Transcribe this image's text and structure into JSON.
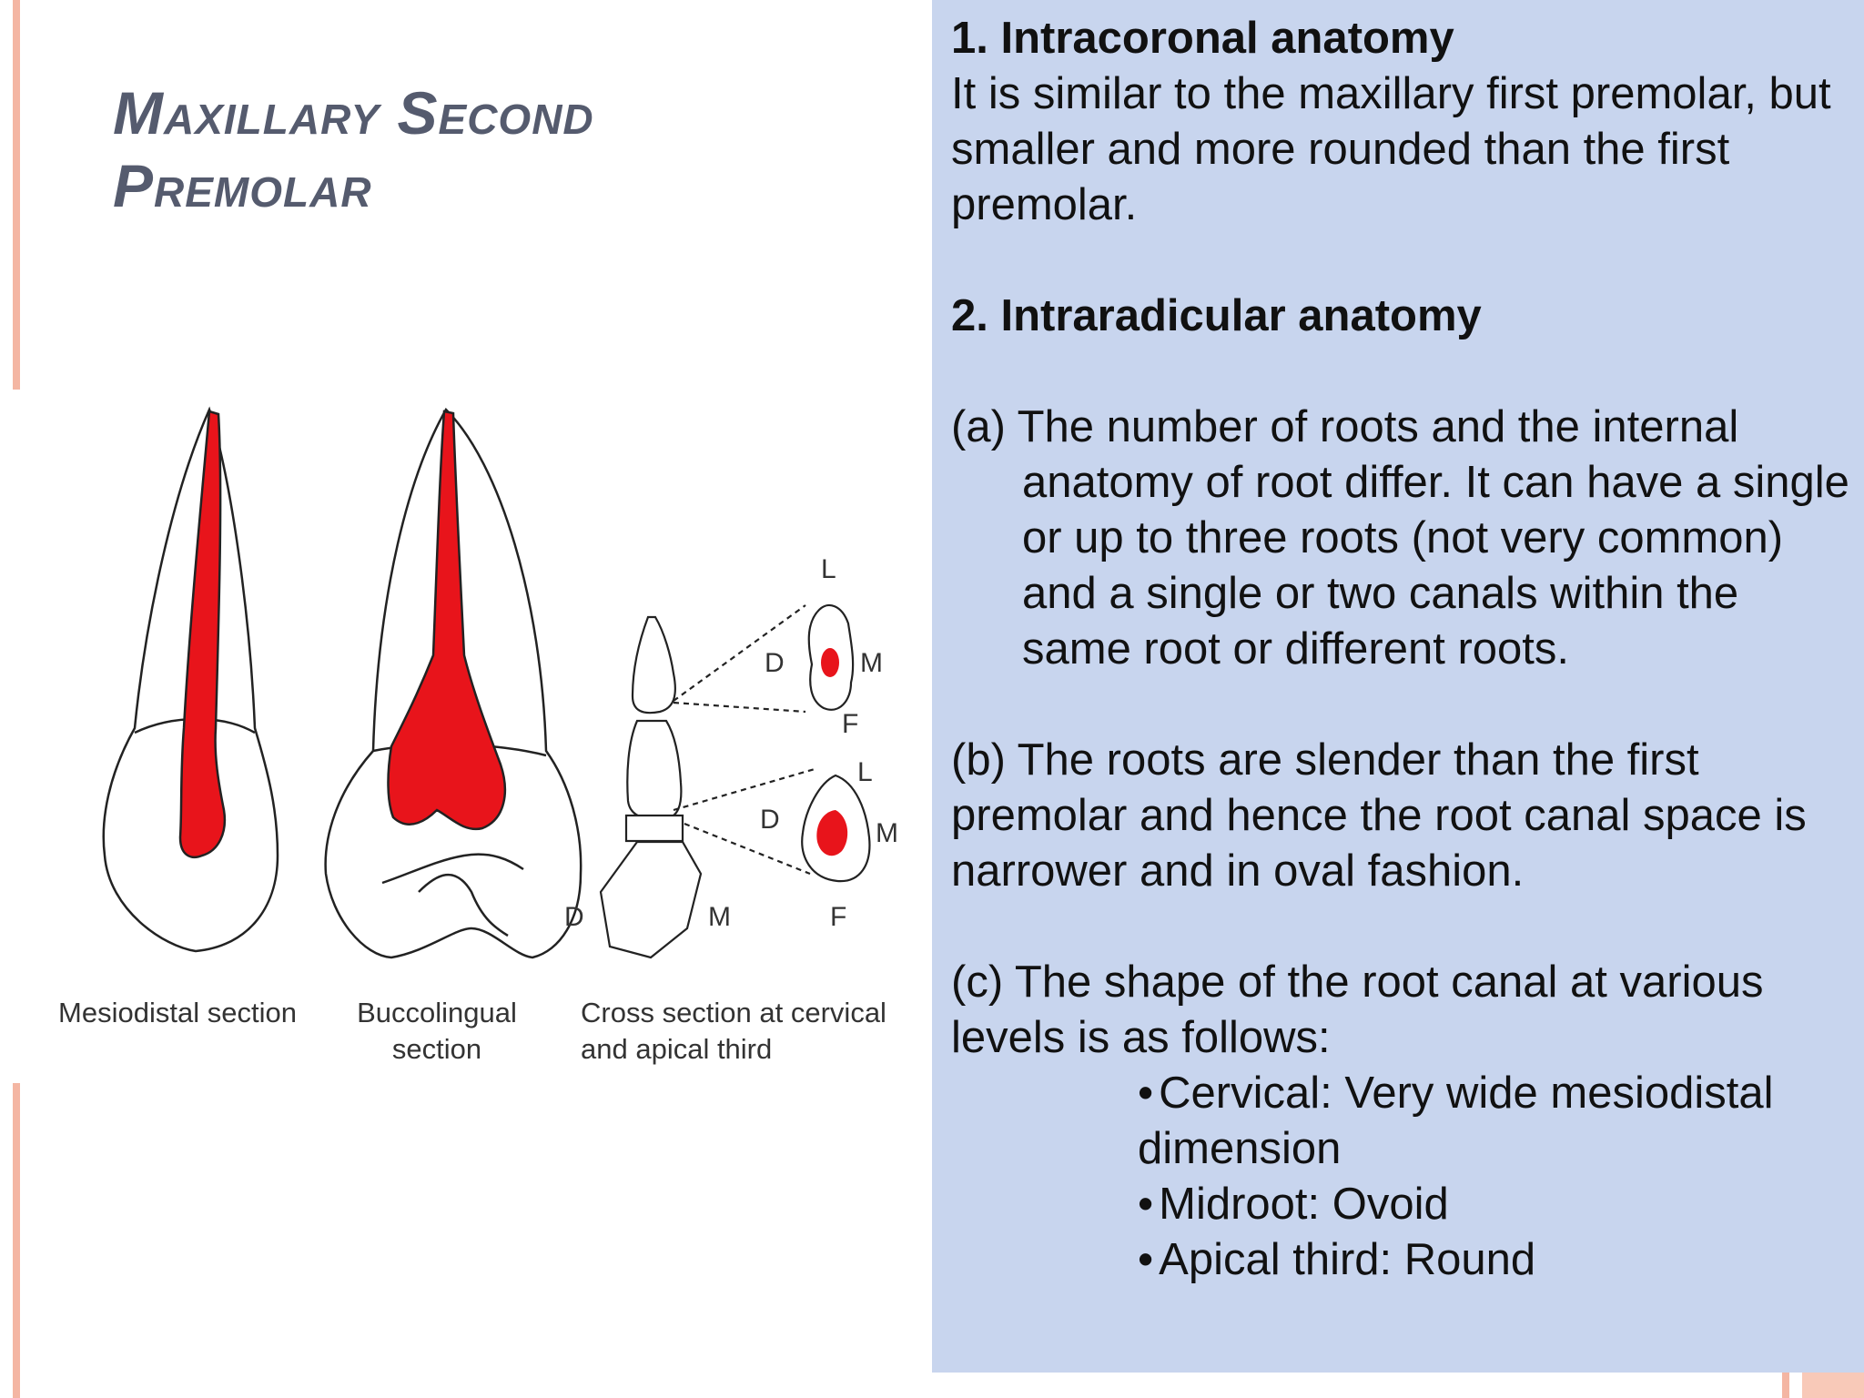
{
  "title": {
    "line1": "Maxillary Second",
    "line2": "Premolar"
  },
  "sections": {
    "intracoronal": {
      "heading": "1. Intracoronal anatomy",
      "text": "It is similar to the maxillary first premolar, but smaller and more rounded than the first premolar."
    },
    "intraradicular": {
      "heading": "2. Intraradicular anatomy",
      "a": "(a) The number of roots and the internal anatomy of root differ. It can have a single or up to three roots (not very common) and a single or two canals within the same root or different roots.",
      "b": "(b) The roots are slender than the first premolar and hence the root canal space is narrower and in oval fashion.",
      "c": "(c) The shape of the root canal at various levels is as follows:",
      "bullets": [
        "Cervical: Very wide mesiodistal dimension",
        "Midroot: Ovoid",
        "Apical third: Round"
      ]
    }
  },
  "figure": {
    "labels": {
      "mesiodistal": "Mesiodistal section",
      "buccolingual_line1": "Buccolingual",
      "buccolingual_line2": "section",
      "cross_line1": "Cross section at cervical",
      "cross_line2": "and apical third"
    },
    "directions": {
      "L": "L",
      "D": "D",
      "M": "M",
      "F": "F"
    },
    "colors": {
      "pulp": "#e8141b",
      "outline": "#222222"
    }
  }
}
